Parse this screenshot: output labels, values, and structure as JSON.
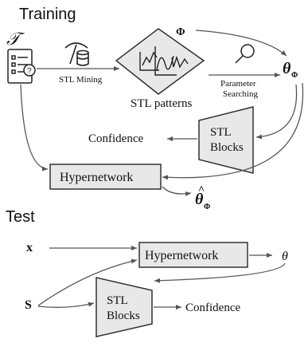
{
  "training": {
    "section_label": "Training",
    "dataset_symbol": "𝒯",
    "mining_label": "STL Mining",
    "patterns_label": "STL patterns",
    "phi_label": "Φ",
    "param_search_line1": "Parameter",
    "param_search_line2": "Searching",
    "theta_label": "θ",
    "theta_sub": "Φ",
    "stl_blocks_line1": "STL",
    "stl_blocks_line2": "Blocks",
    "confidence_label": "Confidence",
    "hypernetwork_label": "Hypernetwork",
    "theta_hat_label": "θ",
    "theta_hat_accent": "^",
    "theta_hat_sub": "Φ"
  },
  "test": {
    "section_label": "Test",
    "x_label": "x",
    "s_label": "S",
    "hypernetwork_label": "Hypernetwork",
    "theta_label": "θ",
    "stl_blocks_line1": "STL",
    "stl_blocks_line2": "Blocks",
    "confidence_label": "Confidence"
  },
  "colors": {
    "box_fill": "#e8e8e8",
    "stroke": "#333333",
    "arrow": "#555555",
    "text": "#111111"
  }
}
